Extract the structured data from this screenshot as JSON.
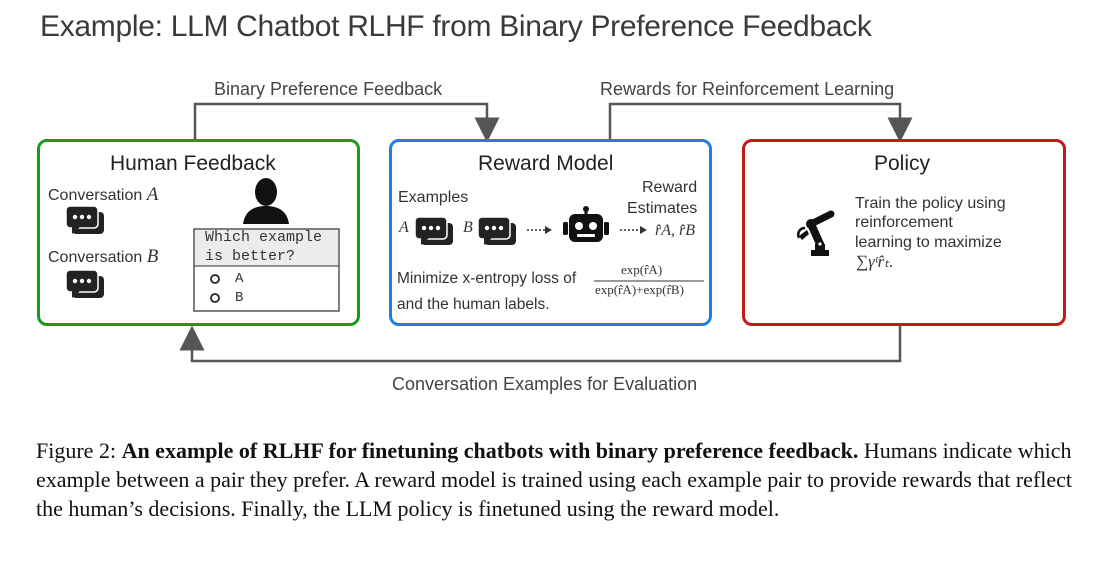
{
  "title": "Example: LLM Chatbot RLHF from Binary Preference Feedback",
  "arrows": {
    "binary_feedback": "Binary Preference Feedback",
    "rewards_rl": "Rewards for Reinforcement Learning",
    "conversation_eval": "Conversation Examples for Evaluation"
  },
  "human_feedback": {
    "title": "Human Feedback",
    "conv_a_label": "Conversation",
    "conv_a_var": "A",
    "conv_b_label": "Conversation",
    "conv_b_var": "B",
    "question_line1": "Which example",
    "question_line2": "is better?",
    "option_a": "A",
    "option_b": "B"
  },
  "reward_model": {
    "title": "Reward Model",
    "examples_label": "Examples",
    "var_a": "A",
    "var_b": "B",
    "reward_est_line1": "Reward",
    "reward_est_line2": "Estimates",
    "estimates_math": "r̂A, r̂B",
    "loss_line1": "Minimize x-entropy loss of",
    "loss_line2": "and the human labels.",
    "frac_num": "exp(r̂A)",
    "frac_den": "exp(r̂A)+exp(r̂B)"
  },
  "policy": {
    "title": "Policy",
    "line1": "Train the policy using",
    "line2": "reinforcement",
    "line3": "learning to maximize",
    "line4": "∑γᵗr̂ₜ."
  },
  "caption": {
    "prefix": "Figure 2: ",
    "bold": "An example of RLHF for finetuning chatbots with binary preference feedback.",
    "rest": " Humans indicate which example between a pair they prefer. A reward model is trained using each example pair to provide rewards that reflect the human’s decisions. Finally, the LLM policy is finetuned using the reward model."
  },
  "colors": {
    "human_feedback_border": "#1a9a1a",
    "reward_model_border": "#1f7fe0",
    "policy_border": "#c41a1a",
    "arrow": "#555555"
  },
  "icons": [
    "person-icon",
    "chat-bubble-icon",
    "robot-head-icon",
    "robot-arm-icon",
    "radio-icon"
  ]
}
